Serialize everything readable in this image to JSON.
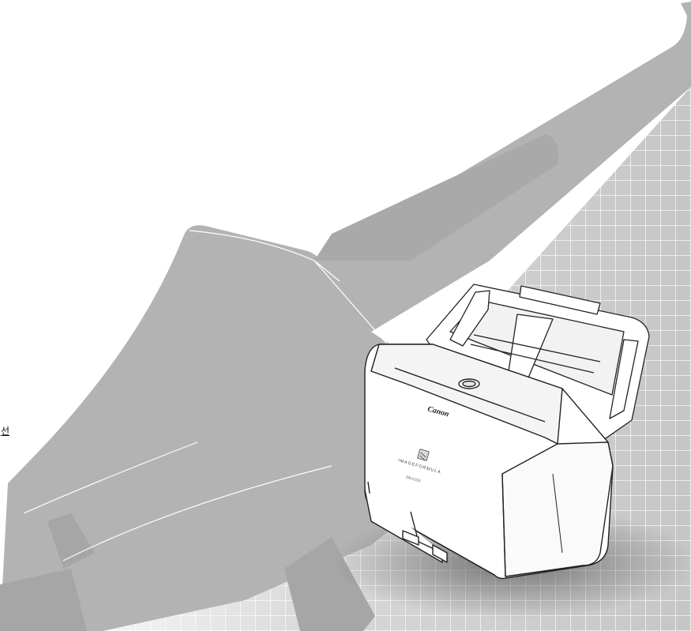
{
  "side_label": "선",
  "scanner": {
    "brand": "Canon",
    "series": "IMAGEFORMULA",
    "model": "DR-C225"
  },
  "colors": {
    "silhouette": "#b3b3b3",
    "grid_background": "#c6c6c6",
    "grid_lines": "#ffffff",
    "scanner_body": "#ffffff",
    "outline": "#222222"
  }
}
